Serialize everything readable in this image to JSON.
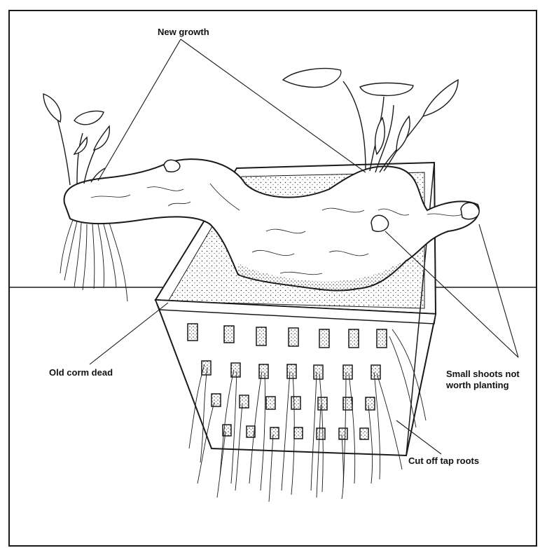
{
  "labels": {
    "new_growth": "New growth",
    "old_corm": "Old corm dead",
    "small_shoots_line1": "Small shoots not",
    "small_shoots_line2": "worth planting",
    "cut_roots": "Cut off tap roots"
  },
  "colors": {
    "ink": "#1a1a1a",
    "paper": "#ffffff"
  }
}
